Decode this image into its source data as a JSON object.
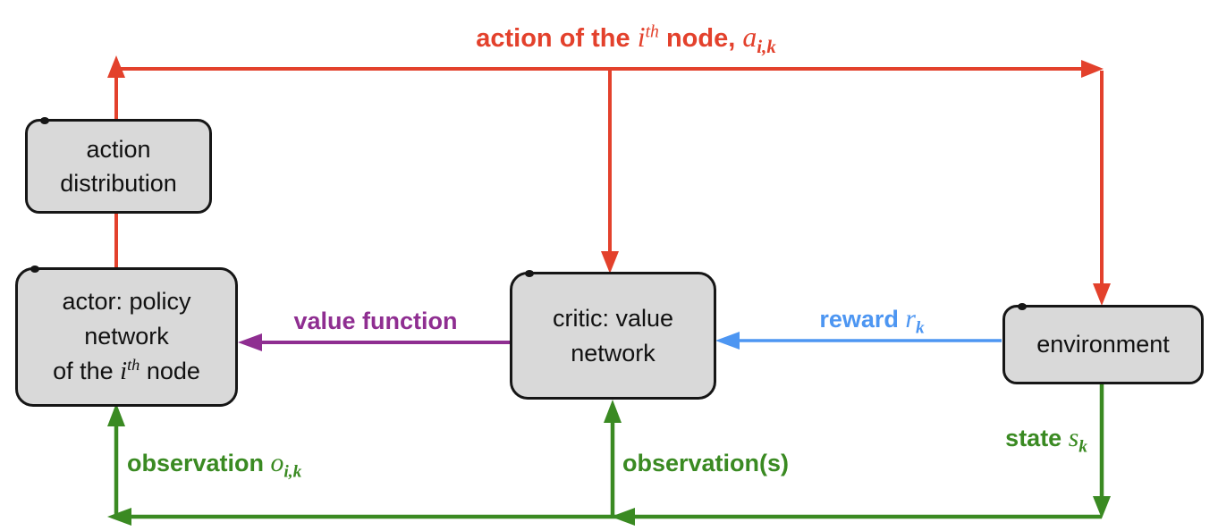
{
  "colors": {
    "action_red": "#e3412c",
    "observation_green": "#3a8a22",
    "reward_blue": "#4d96f2",
    "value_purple": "#8f2e91",
    "box_fill": "#d9d9d9",
    "box_border": "#161616"
  },
  "boxes": {
    "action_distribution": {
      "line1": "action",
      "line2": "distribution"
    },
    "actor": {
      "line1": "actor: policy",
      "line2": "network",
      "line3": {
        "pre": "of the ",
        "var": "i",
        "sup": "th",
        "post": " node"
      }
    },
    "critic": {
      "line1": "critic: value",
      "line2": "network"
    },
    "environment": {
      "text": "environment"
    }
  },
  "edge_labels": {
    "action": {
      "pre": "action of the ",
      "var": "i",
      "sup": "th",
      "mid": " node, ",
      "var2": "a",
      "sub2": "i,k"
    },
    "value_function": {
      "text": "value function"
    },
    "reward": {
      "pre": "reward ",
      "var": "r",
      "sub": "k"
    },
    "observation_actor": {
      "pre": "observation ",
      "var": "o",
      "sub": "i,k"
    },
    "observation_critic": {
      "text": "observation(s)"
    },
    "state": {
      "pre": "state ",
      "var": "s",
      "sub": "k"
    }
  }
}
